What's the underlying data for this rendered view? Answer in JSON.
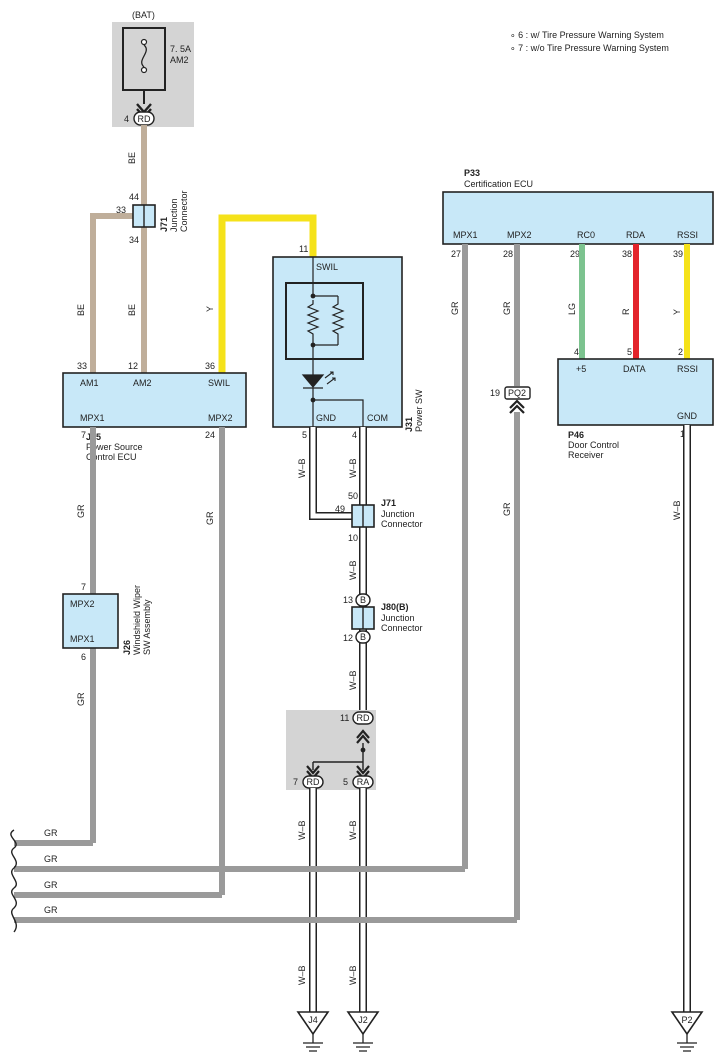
{
  "legend": {
    "note6": "∘ 6 : w/ Tire Pressure Warning System",
    "note7": "∘ 7 : w/o Tire Pressure Warning System"
  },
  "battery": {
    "label": "(BAT)",
    "fuse_rating": "7. 5A",
    "fuse_name": "AM2",
    "pin": "4",
    "connector": "RD"
  },
  "junction_top": {
    "code": "J71",
    "name_line1": "Junction",
    "name_line2": "Connector",
    "pin_top": "44",
    "pin_left": "33",
    "pin_bottom": "34"
  },
  "wires": {
    "be": "BE",
    "y": "Y",
    "gr": "GR",
    "wb": "W–B",
    "lg": "LG",
    "r": "R"
  },
  "power_source_ecu": {
    "code": "J55",
    "name_line1": "Power Source",
    "name_line2": "Control ECU",
    "am1": "AM1",
    "am2": "AM2",
    "swil": "SWIL",
    "mpx1": "MPX1",
    "mpx2": "MPX2",
    "pin_am1": "33",
    "pin_am2": "12",
    "pin_swil": "36",
    "pin_mpx1": "7",
    "pin_mpx2": "24"
  },
  "power_sw": {
    "code": "J31",
    "name": "Power SW",
    "swil": "SWIL",
    "gnd": "GND",
    "com": "COM",
    "pin_swil": "11",
    "pin_gnd": "5",
    "pin_com": "4"
  },
  "junction_mid": {
    "code": "J71",
    "name_line1": "Junction",
    "name_line2": "Connector",
    "pin_top": "50",
    "pin_left": "49",
    "pin_bottom": "10"
  },
  "junction_j80": {
    "code": "J80(B)",
    "name_line1": "Junction",
    "name_line2": "Connector",
    "pin_top": "13",
    "pin_bottom": "12",
    "connector": "B"
  },
  "wiper": {
    "code": "J26",
    "name_line1": "Windshield Wiper",
    "name_line2": "SW Assembly",
    "mpx2": "MPX2",
    "mpx1": "MPX1",
    "pin_top": "7",
    "pin_bottom": "6"
  },
  "splice": {
    "pin_in": "11",
    "conn_in": "RD",
    "pin_left": "7",
    "conn_left": "RD",
    "pin_right": "5",
    "conn_right": "RA"
  },
  "cert_ecu": {
    "code": "P33",
    "name": "Certification ECU",
    "mpx1": "MPX1",
    "mpx2": "MPX2",
    "rc0": "RC0",
    "rda": "RDA",
    "rssi": "RSSI",
    "pin_mpx1": "27",
    "pin_mpx2": "28",
    "pin_rc0": "29",
    "pin_rda": "38",
    "pin_rssi": "39"
  },
  "pq2": {
    "pin": "19",
    "connector": "PQ2"
  },
  "door_receiver": {
    "code": "P46",
    "name_line1": "Door Control",
    "name_line2": "Receiver",
    "plus5": "+5",
    "data": "DATA",
    "rssi": "RSSI",
    "gnd": "GND",
    "pin_plus5": "4",
    "pin_data": "5",
    "pin_rssi": "2",
    "pin_gnd": "1"
  },
  "grounds": {
    "j4": "J4",
    "j2": "J2",
    "p2": "P2"
  },
  "colors": {
    "be": "#bfae9a",
    "yellow": "#f5e21a",
    "gray": "#9a9a9a",
    "lg": "#7cc38f",
    "red": "#e3242b",
    "box": "#c8e8f8"
  }
}
